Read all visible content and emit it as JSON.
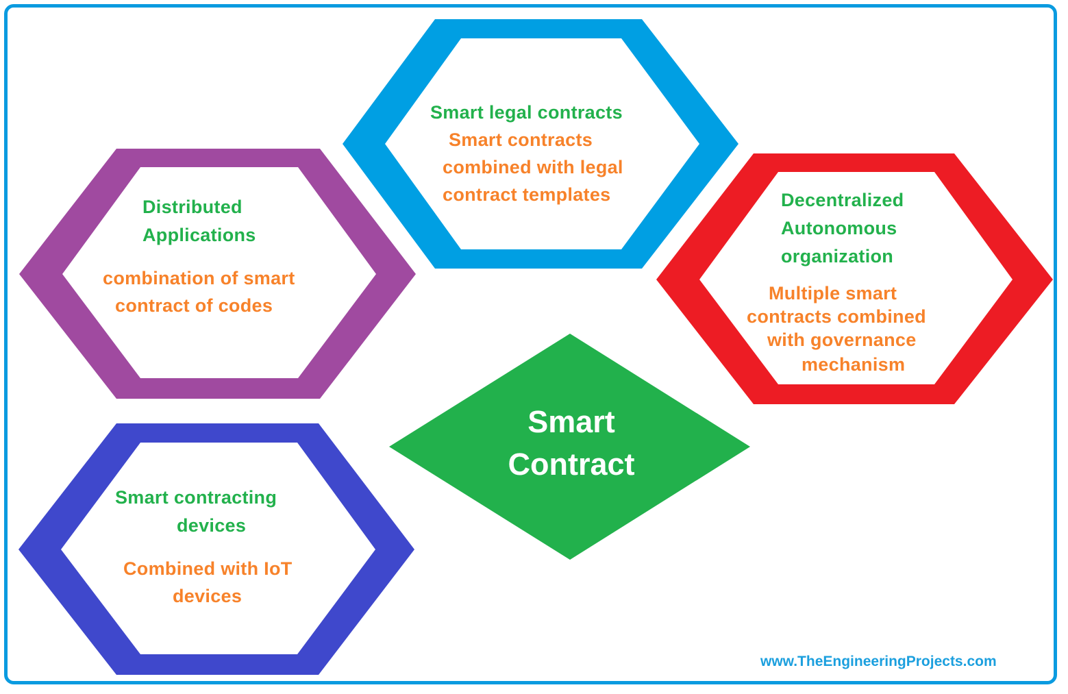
{
  "colors": {
    "frame": "#0a9be0",
    "hex_legal": "#009fe3",
    "hex_dapps": "#a04aa0",
    "hex_dao": "#ed1c24",
    "hex_devices": "#3f48cc",
    "diamond": "#22b14c",
    "title_text": "#22b14c",
    "desc_text": "#f7822a",
    "website": "#1b9fde"
  },
  "center": {
    "line1": "Smart",
    "line2": "Contract"
  },
  "nodes": {
    "legal": {
      "title": "Smart legal contracts",
      "desc": [
        "Smart contracts",
        "combined with legal",
        "contract templates"
      ]
    },
    "dapps": {
      "title": [
        "Distributed",
        "Applications"
      ],
      "desc": [
        "combination of smart",
        "contract of codes"
      ]
    },
    "dao": {
      "title": [
        "Decentralized",
        "Autonomous",
        "organization"
      ],
      "desc": [
        "Multiple smart",
        "contracts combined",
        "with governance",
        "mechanism"
      ]
    },
    "devices": {
      "title": [
        "Smart contracting",
        "devices"
      ],
      "desc": [
        "Combined with IoT",
        "devices"
      ]
    }
  },
  "footer": {
    "website": "www.TheEngineeringProjects.com"
  }
}
